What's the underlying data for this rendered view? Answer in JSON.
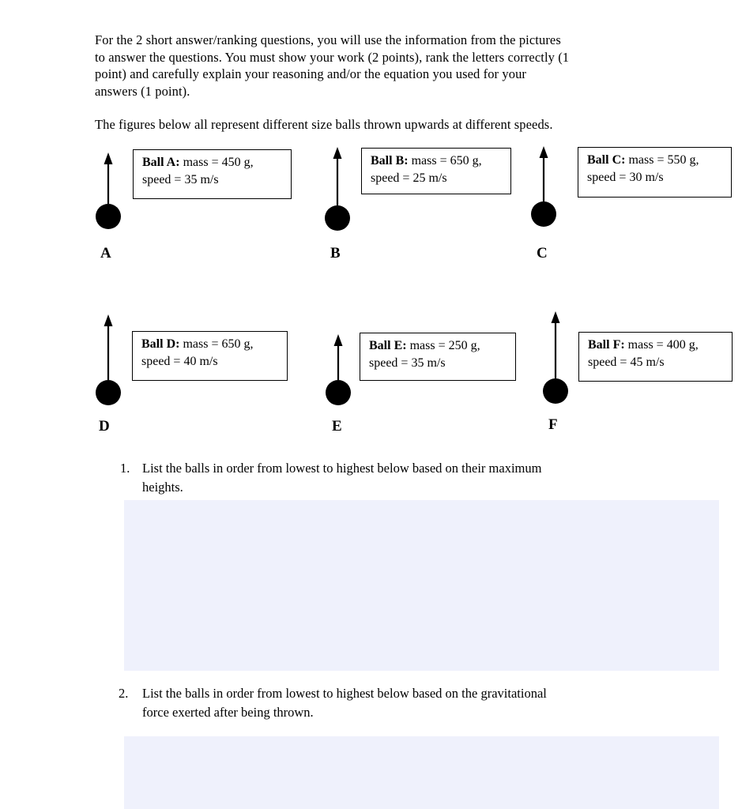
{
  "intro": {
    "paragraph": "For the 2 short answer/ranking questions, you will use the information from the pictures\nto answer the questions. You must show your work (2 points), rank the letters correctly (1\npoint) and carefully explain your reasoning and/or the equation you used for your\nanswers (1 point).",
    "caption": "The figures below all represent different size balls thrown upwards at different speeds."
  },
  "balls": [
    {
      "letter": "A",
      "label": "Ball A:",
      "mass_text": "mass = 450 g,",
      "speed_text": "speed = 35 m/s"
    },
    {
      "letter": "B",
      "label": "Ball B:",
      "mass_text": "mass = 650 g,",
      "speed_text": "speed = 25 m/s"
    },
    {
      "letter": "C",
      "label": "Ball C:",
      "mass_text": "mass = 550 g,",
      "speed_text": "speed = 30 m/s"
    },
    {
      "letter": "D",
      "label": "Ball D:",
      "mass_text": "mass = 650 g,",
      "speed_text": "speed = 40 m/s"
    },
    {
      "letter": "E",
      "label": "Ball E:",
      "mass_text": "mass = 250 g,",
      "speed_text": "speed = 35 m/s"
    },
    {
      "letter": "F",
      "label": "Ball F:",
      "mass_text": "mass = 400 g,",
      "speed_text": "speed = 45 m/s"
    }
  ],
  "questions": [
    {
      "number": "1.",
      "text": "List the balls in order from lowest to highest below based on their maximum\nheights."
    },
    {
      "number": "2.",
      "text": "List the balls in order from lowest to highest below based on the gravitational\nforce exerted after being thrown."
    }
  ],
  "colors": {
    "answer_area": "#EFF1FC",
    "ink": "#000000"
  }
}
